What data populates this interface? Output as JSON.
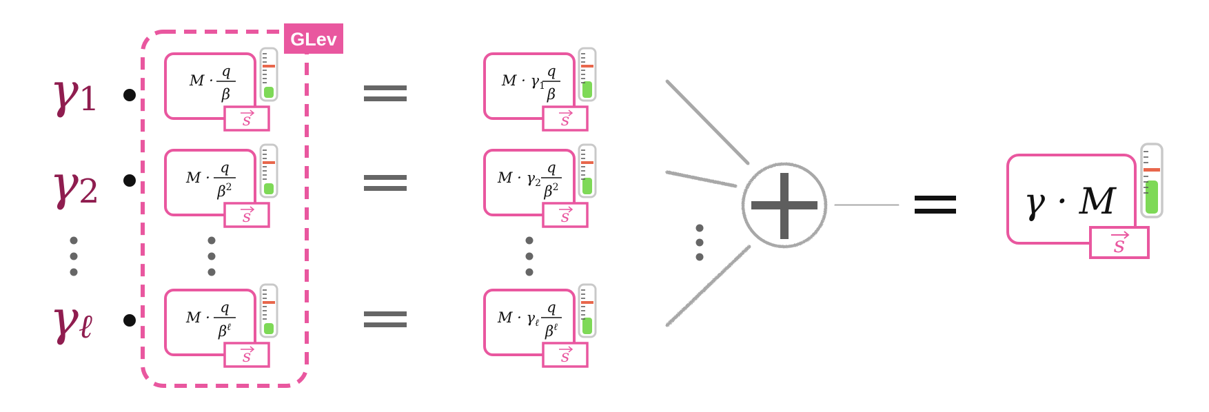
{
  "badge": {
    "label": "GLev",
    "color": "#e9579f"
  },
  "colors": {
    "pink": "#e9579f",
    "maroon": "#8f1d4f",
    "gray": "#666666",
    "tube_green": "#7ed957",
    "tube_red": "#e8674c",
    "tube_border": "#c9c9c9"
  },
  "rows": [
    {
      "coef": "γ",
      "coef_sub": "1",
      "dot": "•",
      "left_box": {
        "prefix": "M · ",
        "num": "q",
        "den_base": "β",
        "den_exp": ""
      },
      "eq": "=",
      "right_box": {
        "prefix": "M · ",
        "coef": "γ",
        "coef_sub": "1",
        "num": "q",
        "den_base": "β",
        "den_exp": ""
      },
      "vec": "s"
    },
    {
      "coef": "γ",
      "coef_sub": "2",
      "dot": "•",
      "left_box": {
        "prefix": "M · ",
        "num": "q",
        "den_base": "β",
        "den_exp": "2"
      },
      "eq": "=",
      "right_box": {
        "prefix": "M · ",
        "coef": "γ",
        "coef_sub": "2",
        "num": "q",
        "den_base": "β",
        "den_exp": "2"
      },
      "vec": "s"
    },
    {
      "coef": "γ",
      "coef_sub": "ℓ",
      "dot": "•",
      "left_box": {
        "prefix": "M · ",
        "num": "q",
        "den_base": "β",
        "den_exp": "ℓ"
      },
      "eq": "=",
      "right_box": {
        "prefix": "M · ",
        "coef": "γ",
        "coef_sub": "ℓ",
        "num": "q",
        "den_base": "β",
        "den_exp": "ℓ"
      },
      "vec": "s"
    }
  ],
  "sum_symbol": "+",
  "final_eq": "=",
  "result": {
    "expr": "γ · M",
    "vec": "s"
  }
}
